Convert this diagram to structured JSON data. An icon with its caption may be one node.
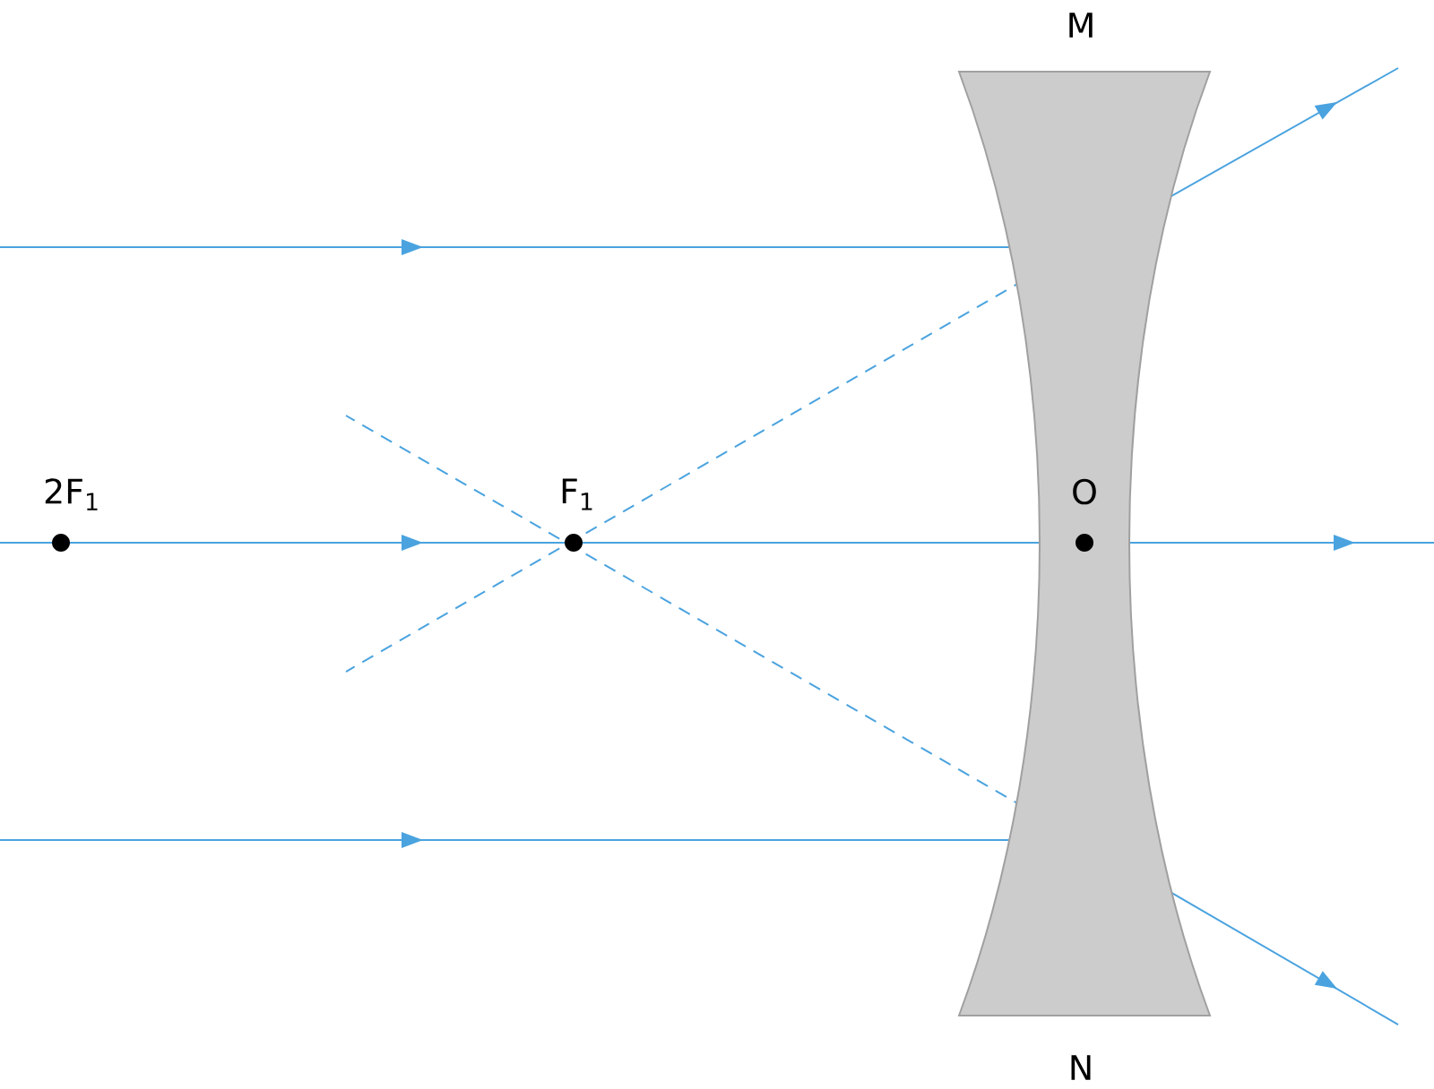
{
  "diagram": {
    "nodes": [
      {
        "text": [
          "M",
          "N"
        ]
      },
      {
        "text": [
          "2F$_{1}$"
        ]
      },
      {
        "text": [
          "F$_{1}$"
        ]
      },
      {
        "text": [
          "O"
        ],
        "in": 0
      }
    ]
  }
}
